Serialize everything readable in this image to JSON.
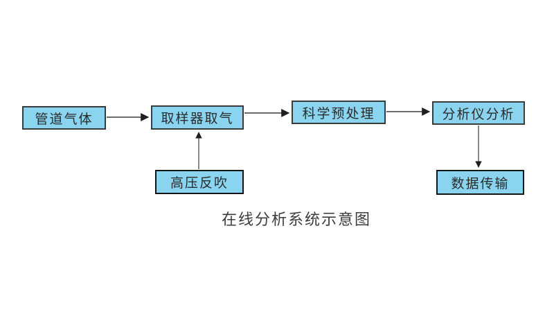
{
  "diagram": {
    "caption": "在线分析系统示意图",
    "nodes": [
      {
        "id": "pipeline-gas",
        "label": "管道气体"
      },
      {
        "id": "sampler",
        "label": "取样器取气"
      },
      {
        "id": "pretreatment",
        "label": "科学预处理"
      },
      {
        "id": "analyzer",
        "label": "分析仪分析"
      },
      {
        "id": "blowback",
        "label": "高压反吹"
      },
      {
        "id": "data-transmission",
        "label": "数据传输"
      }
    ],
    "edges": [
      {
        "from": "管道气体",
        "to": "取样器取气",
        "direction": "right"
      },
      {
        "from": "取样器取气",
        "to": "科学预处理",
        "direction": "right"
      },
      {
        "from": "科学预处理",
        "to": "分析仪分析",
        "direction": "right"
      },
      {
        "from": "高压反吹",
        "to": "取样器取气",
        "direction": "up"
      },
      {
        "from": "分析仪分析",
        "to": "数据传输",
        "direction": "down"
      }
    ],
    "colors": {
      "node_fill": "#8bd4ef",
      "node_border": "#3a3a3a",
      "arrow": "#1f1f1f",
      "text": "#2b2b2b",
      "background": "#ffffff"
    }
  }
}
